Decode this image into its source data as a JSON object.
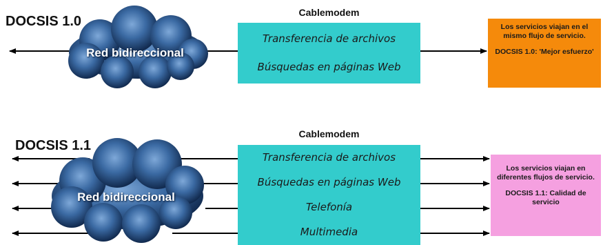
{
  "diagrams": [
    {
      "title": "DOCSIS 1.0",
      "cablemodem_label": "Cablemodem",
      "cloud_label": "Red bidireccional",
      "services": [
        "Transferencia de archivos",
        "Búsquedas en páginas Web"
      ],
      "note": {
        "text": "Los servicios viajan en el mismo flujo de servicio.",
        "standard": "DOCSIS 1.0: 'Mejor esfuerzo'",
        "color": "#f58a0b"
      }
    },
    {
      "title": "DOCSIS 1.1",
      "cablemodem_label": "Cablemodem",
      "cloud_label": "Red bidireccional",
      "services": [
        "Transferencia de archivos",
        "Búsquedas en páginas Web",
        "Telefonía",
        "Multimedia"
      ],
      "note": {
        "text": "Los servicios viajan en diferentes flujos de servicio.",
        "standard": "DOCSIS 1.1: Calidad de servicio",
        "color": "#f5a0e0"
      }
    }
  ],
  "colors": {
    "cablemodem_box": "#33cccc",
    "cloud_dark": "#0d2b55",
    "cloud_light": "#5d8fc6"
  }
}
